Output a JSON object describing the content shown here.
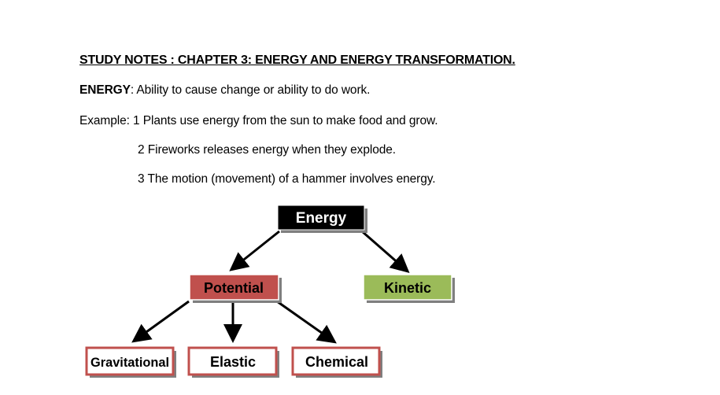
{
  "title": "STUDY NOTES : CHAPTER 3: ENERGY AND ENERGY TRANSFORMATION.",
  "definition": {
    "term": "ENERGY",
    "text": ": Ability to cause change or ability to do work."
  },
  "examples": {
    "label": "Example: ",
    "items": [
      "1 Plants use energy from the sun to make food and grow.",
      "2 Fireworks releases energy when they explode.",
      "3 The motion (movement) of a hammer involves energy."
    ]
  },
  "diagram": {
    "root": "Energy",
    "potential": "Potential",
    "kinetic": "Kinetic",
    "gravitational": "Gravitational",
    "elastic": "Elastic",
    "chemical": "Chemical"
  },
  "colors": {
    "root_fill": "#000000",
    "potential_fill": "#c0504d",
    "kinetic_fill": "#9bbb59",
    "leaf_border": "#c0504d",
    "shadow": "#7f7f7f"
  }
}
